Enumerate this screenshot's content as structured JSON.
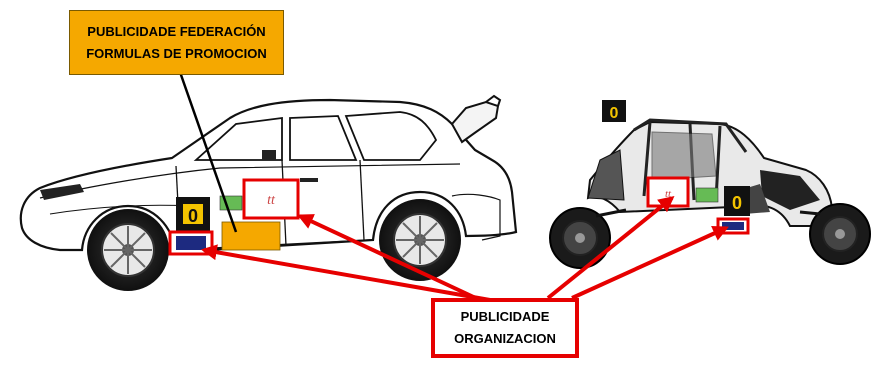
{
  "callouts": {
    "federation": {
      "line1": "PUBLICIDADE FEDERACIÓN",
      "line2": "FORMULAS DE PROMOCION",
      "color": "#f5a800"
    },
    "organization": {
      "line1": "PUBLICIDADE",
      "line2": "ORGANIZACION",
      "color": "#e60000"
    }
  },
  "race_number": "0",
  "arrow_color": "#e60000",
  "decal_color": "#e60000",
  "icons": [
    "rally-car",
    "buggy-car",
    "arrow"
  ]
}
